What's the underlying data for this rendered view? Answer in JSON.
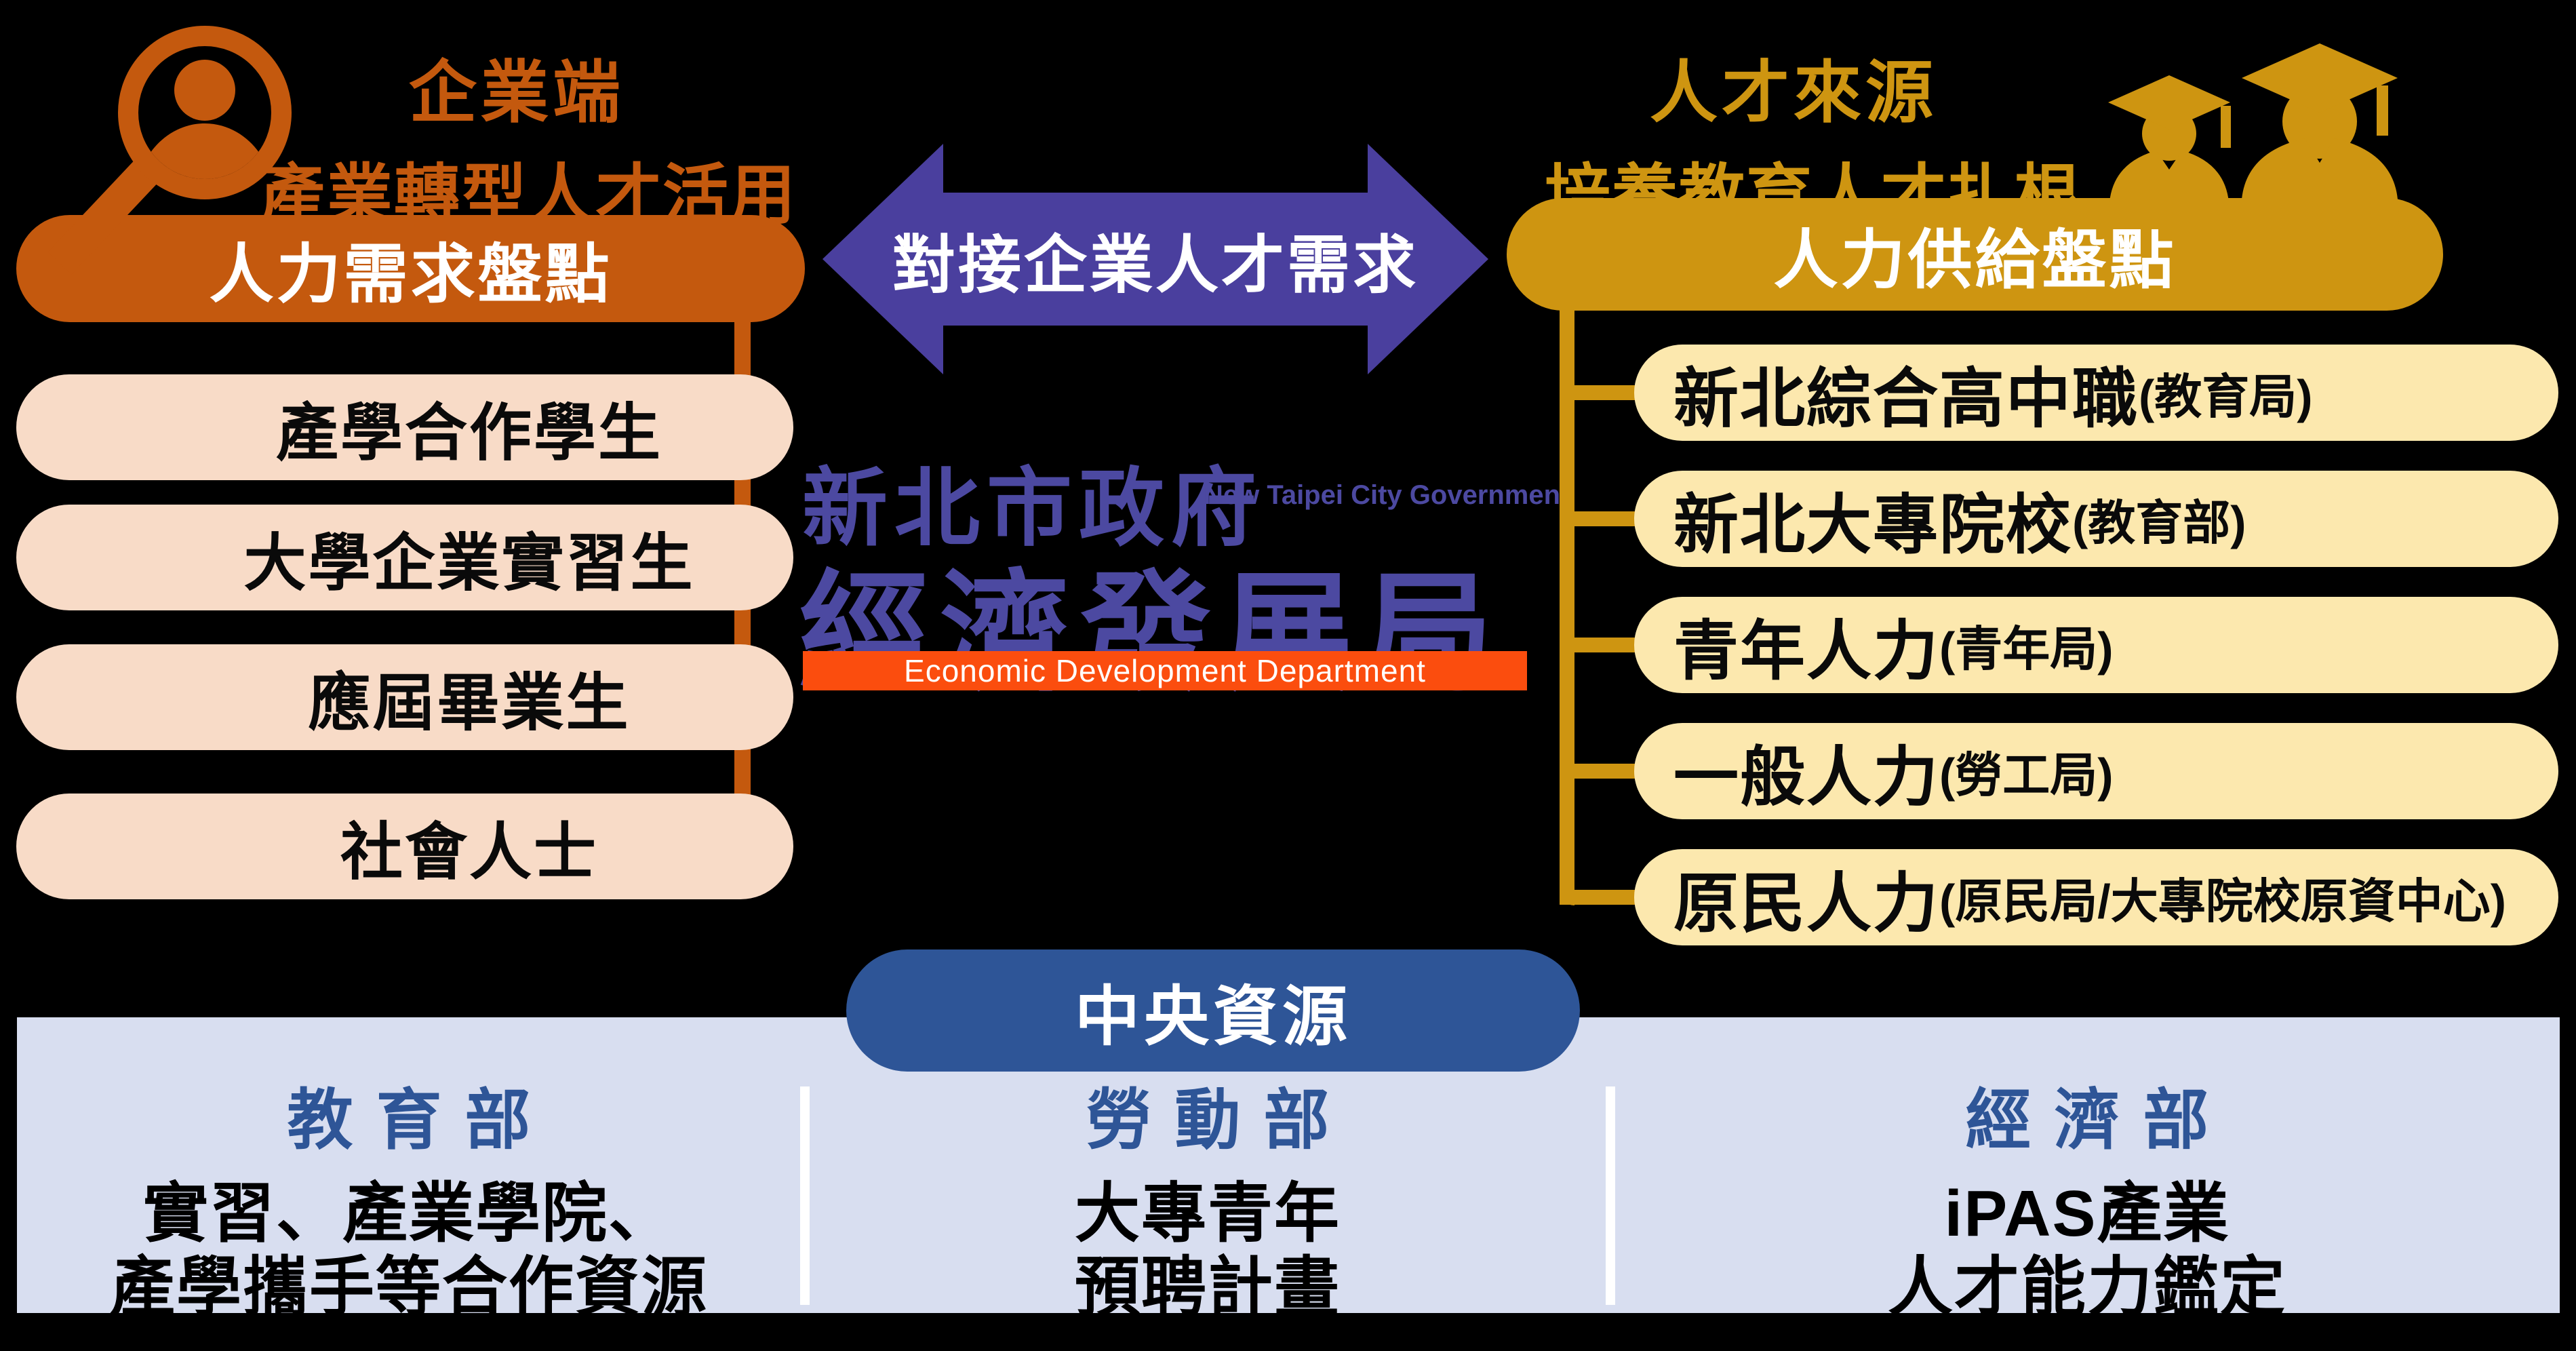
{
  "left": {
    "tag": "企業端",
    "subtitle": "產業轉型人才活用",
    "header": "人力需求盤點",
    "items": [
      "產學合作學生",
      "大學企業實習生",
      "應屆畢業生",
      "社會人士"
    ]
  },
  "center": {
    "arrow_label": "對接企業人才需求",
    "logo": {
      "gov_zh": "新北市政府",
      "gov_en": "New Taipei City Government",
      "dept_zh": "經濟發展局",
      "dept_en": "Economic Development Department"
    }
  },
  "right": {
    "tag": "人才來源",
    "subtitle": "培養教育人才扎根",
    "header": "人力供給盤點",
    "items": [
      {
        "main": "新北綜合高中職",
        "paren": "(教育局)"
      },
      {
        "main": "新北大專院校",
        "paren": "(教育部)"
      },
      {
        "main": "青年人力",
        "paren": "(青年局)"
      },
      {
        "main": "一般人力",
        "paren": "(勞工局)"
      },
      {
        "main": "原民人力",
        "paren": "(原民局/大專院校原資中心)"
      }
    ]
  },
  "bottom": {
    "header": "中央資源",
    "columns": [
      {
        "ministry": "教育部",
        "line1": "實習、產業學院、",
        "line2": "產學攜手等合作資源"
      },
      {
        "ministry": "勞動部",
        "line1": "大專青年",
        "line2": "預聘計畫"
      },
      {
        "ministry": "經濟部",
        "line1": "iPAS產業",
        "line2": "人才能力鑑定"
      }
    ]
  },
  "icons": {
    "left_badge": "magnifier-person-icon",
    "right_badge": "graduates-icon"
  },
  "colors": {
    "background": "#000000",
    "orange": "#C4590E",
    "pink_box": "#F8DBC7",
    "gold": "#CE9511",
    "yellow_box": "#FCE8AE",
    "arrow_purple": "#4A3F9E",
    "logo_purple": "#4C49A1",
    "logo_bar_orange": "#FB4D0E",
    "blue": "#2E5597",
    "band_blue": "#D8DEF0"
  }
}
